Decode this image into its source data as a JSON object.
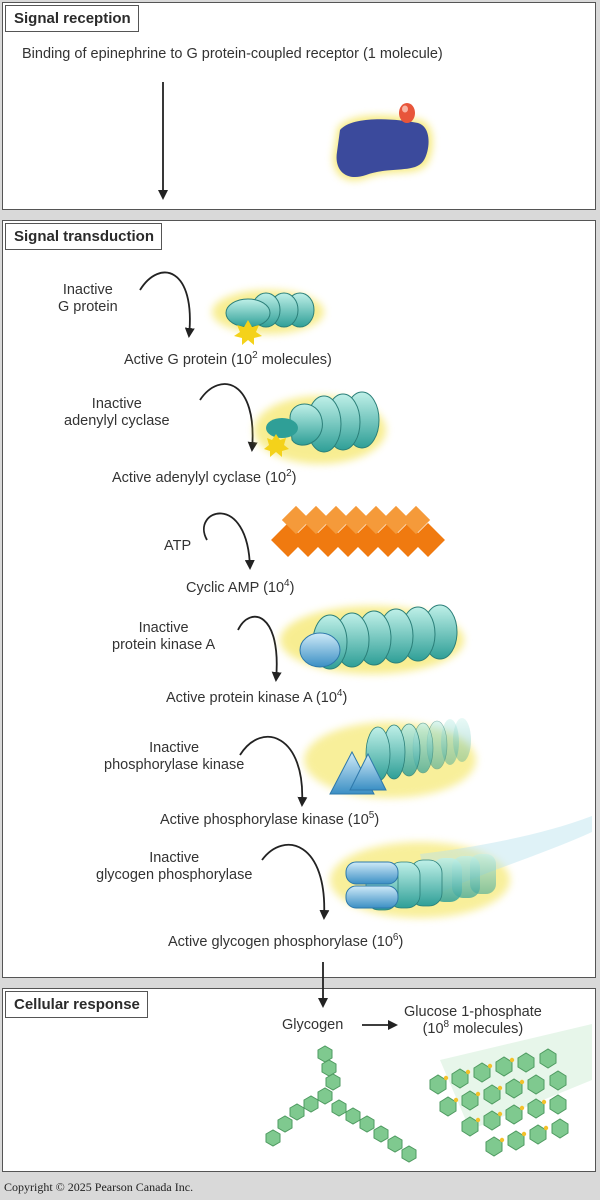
{
  "panels": {
    "reception": {
      "title": "Signal reception",
      "caption": "Binding of epinephrine to G protein-coupled receptor (1 molecule)"
    },
    "transduction": {
      "title": "Signal transduction",
      "steps": [
        {
          "inactive": [
            "Inactive",
            "G protein"
          ],
          "active": "Active G protein (10",
          "exp": "2",
          "active_suffix": " molecules)"
        },
        {
          "inactive": [
            "Inactive",
            "adenylyl cyclase"
          ],
          "active": "Active adenylyl cyclase (10",
          "exp": "2",
          "active_suffix": ")"
        },
        {
          "inactive": [
            "ATP"
          ],
          "active": "Cyclic AMP (10",
          "exp": "4",
          "active_suffix": ")"
        },
        {
          "inactive": [
            "Inactive",
            "protein kinase A"
          ],
          "active": "Active protein kinase A (10",
          "exp": "4",
          "active_suffix": ")"
        },
        {
          "inactive": [
            "Inactive",
            "phosphorylase kinase"
          ],
          "active": "Active phosphorylase kinase (10",
          "exp": "5",
          "active_suffix": ")"
        },
        {
          "inactive": [
            "Inactive",
            "glycogen phosphorylase"
          ],
          "active": "Active glycogen phosphorylase (10",
          "exp": "6",
          "active_suffix": ")"
        }
      ]
    },
    "response": {
      "title": "Cellular response",
      "substrate": "Glycogen",
      "product_line1": "Glucose 1-phosphate",
      "product_line2_prefix": "(10",
      "product_exp": "8",
      "product_line2_suffix": " molecules)"
    }
  },
  "copyright": "Copyright © 2025 Pearson Canada Inc.",
  "colors": {
    "receptor": "#3b4a9c",
    "teal": "#3aa79f",
    "teal_light": "#8fd6cc",
    "orange": "#f07a10",
    "blue": "#4d9fd0",
    "glow": "#f3e24a",
    "green": "#7fc98f",
    "arrow": "#222222"
  }
}
